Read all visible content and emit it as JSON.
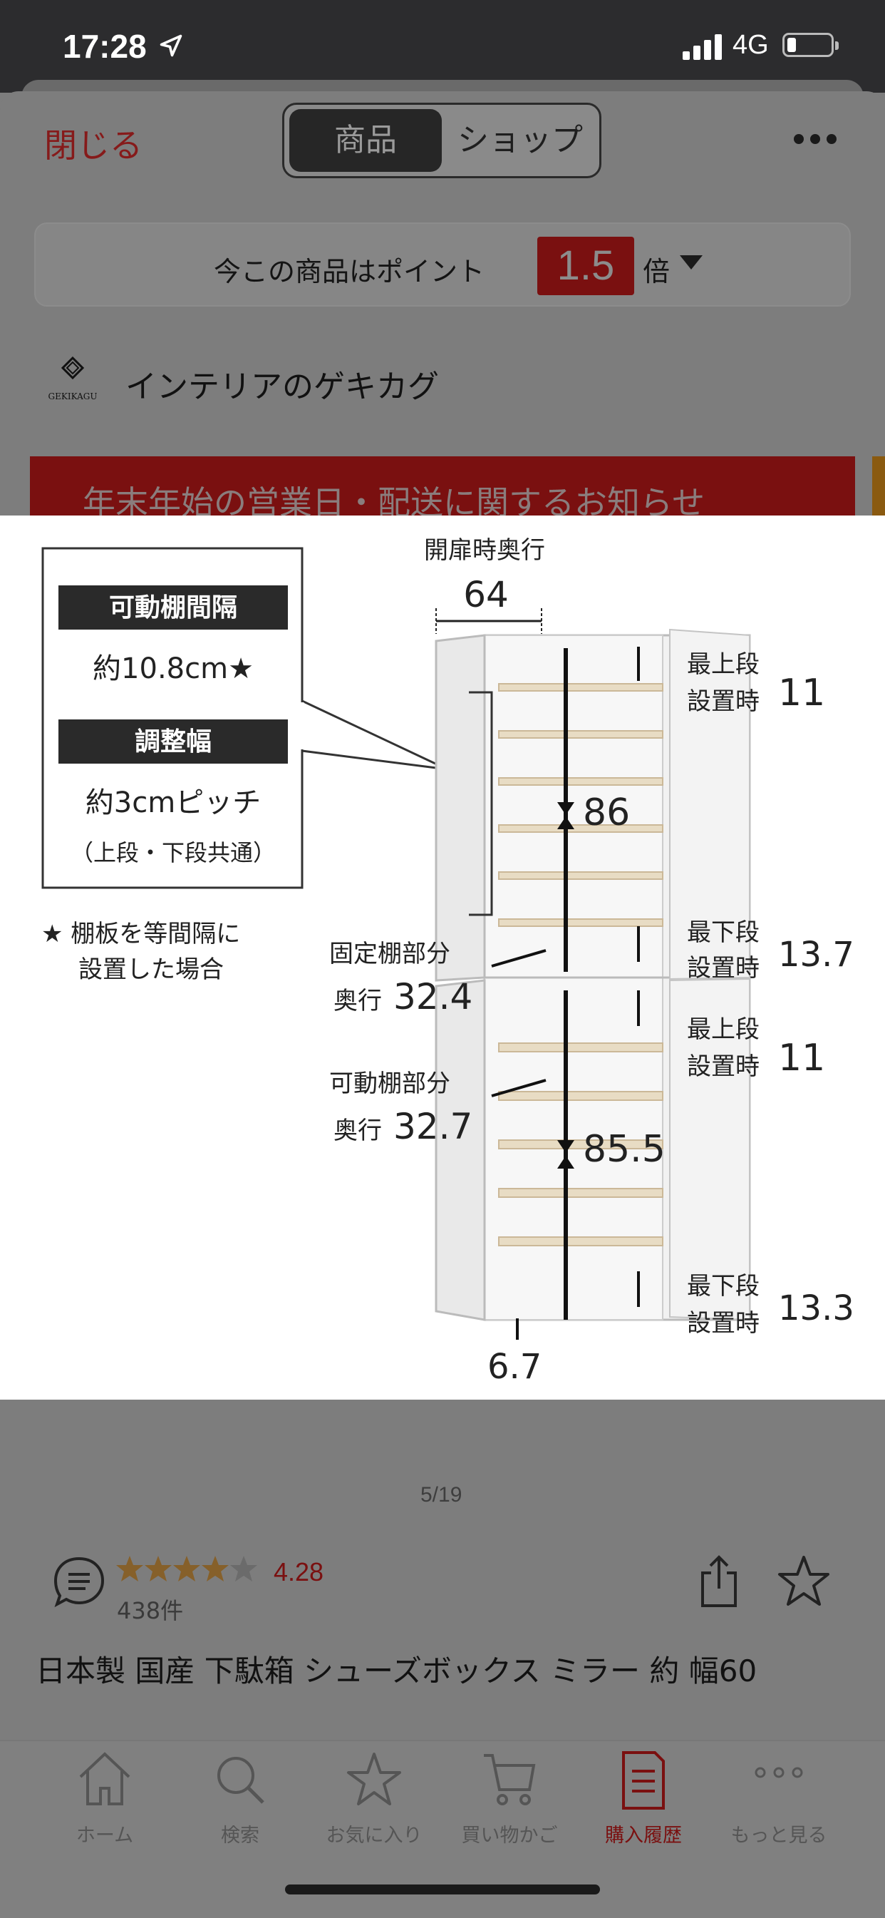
{
  "status_bar": {
    "time": "17:28",
    "network": "4G"
  },
  "header": {
    "close_label": "閉じる",
    "tabs": [
      {
        "label": "商品",
        "active": true
      },
      {
        "label": "ショップ",
        "active": false
      }
    ]
  },
  "points": {
    "prefix": "今この商品はポイント",
    "multiplier": "1.5",
    "suffix": "倍"
  },
  "shop": {
    "name": "インテリアのゲキカグ",
    "logo_text": "GEKIKAGU"
  },
  "notice": {
    "text": "年末年始の営業日・配送に関するお知らせ"
  },
  "product_image": {
    "spec_box": {
      "label1": "可動棚間隔",
      "value1": "約10.8cm★",
      "label2": "調整幅",
      "value2": "約3cmピッチ",
      "note": "（上段・下段共通）"
    },
    "footnote": {
      "line1": "★ 棚板を等間隔に",
      "line2": "設置した場合"
    },
    "dims": {
      "door_open_label": "開扉時奥行",
      "door_open_value": "64",
      "upper_top_label1": "最上段",
      "upper_top_label2": "設置時",
      "upper_top_value": "11",
      "upper_height": "86",
      "upper_bottom_label1": "最下段",
      "upper_bottom_label2": "設置時",
      "upper_bottom_value": "13.7",
      "fixed_label": "固定棚部分",
      "fixed_depth_label": "奥行",
      "fixed_depth_value": "32.4",
      "lower_top_label1": "最上段",
      "lower_top_label2": "設置時",
      "lower_top_value": "11",
      "movable_label": "可動棚部分",
      "movable_depth_label": "奥行",
      "movable_depth_value": "32.7",
      "lower_height": "85.5",
      "lower_bottom_label1": "最下段",
      "lower_bottom_label2": "設置時",
      "lower_bottom_value": "13.3",
      "base_value": "6.7"
    }
  },
  "image_counter": "5/19",
  "reviews": {
    "rating": "4.28",
    "count": "438件"
  },
  "product_title": "日本製 国産 下駄箱 シューズボックス ミラー 約 幅60",
  "bottom_nav": [
    {
      "label": "ホーム",
      "icon": "home-icon"
    },
    {
      "label": "検索",
      "icon": "search-icon"
    },
    {
      "label": "お気に入り",
      "icon": "star-icon"
    },
    {
      "label": "買い物かご",
      "icon": "cart-icon"
    },
    {
      "label": "購入履歴",
      "icon": "history-icon",
      "selected": true
    },
    {
      "label": "もっと見る",
      "icon": "more-icon"
    }
  ],
  "colors": {
    "brand_red": "#7a1010",
    "close_red": "#861a1a"
  }
}
